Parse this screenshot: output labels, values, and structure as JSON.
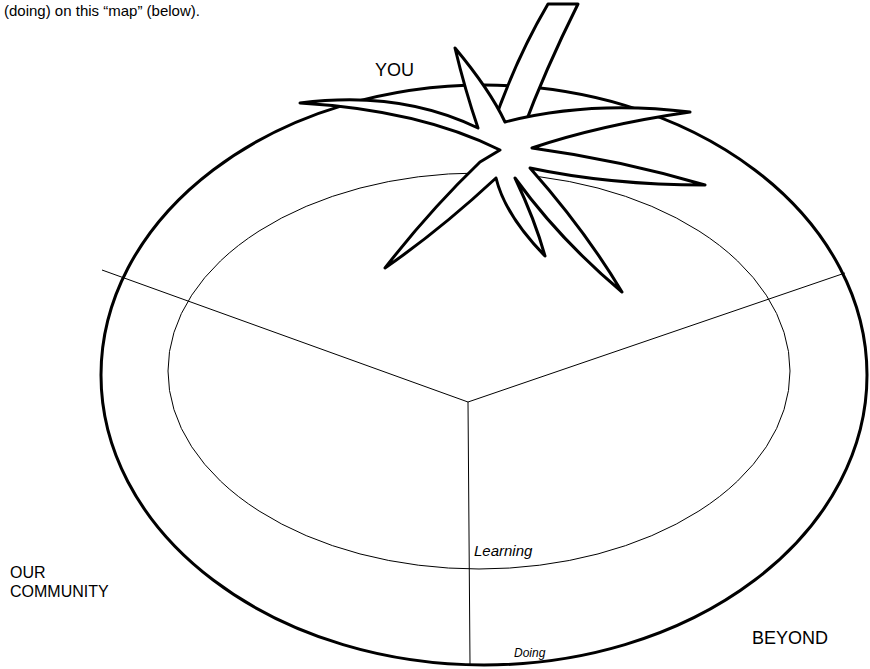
{
  "diagram": {
    "labels": [
      "(doing) on this “map” (below).",
      "YOU",
      "OUR COMMUNITY",
      "Learning",
      "Doing",
      "BEYOND"
    ]
  }
}
